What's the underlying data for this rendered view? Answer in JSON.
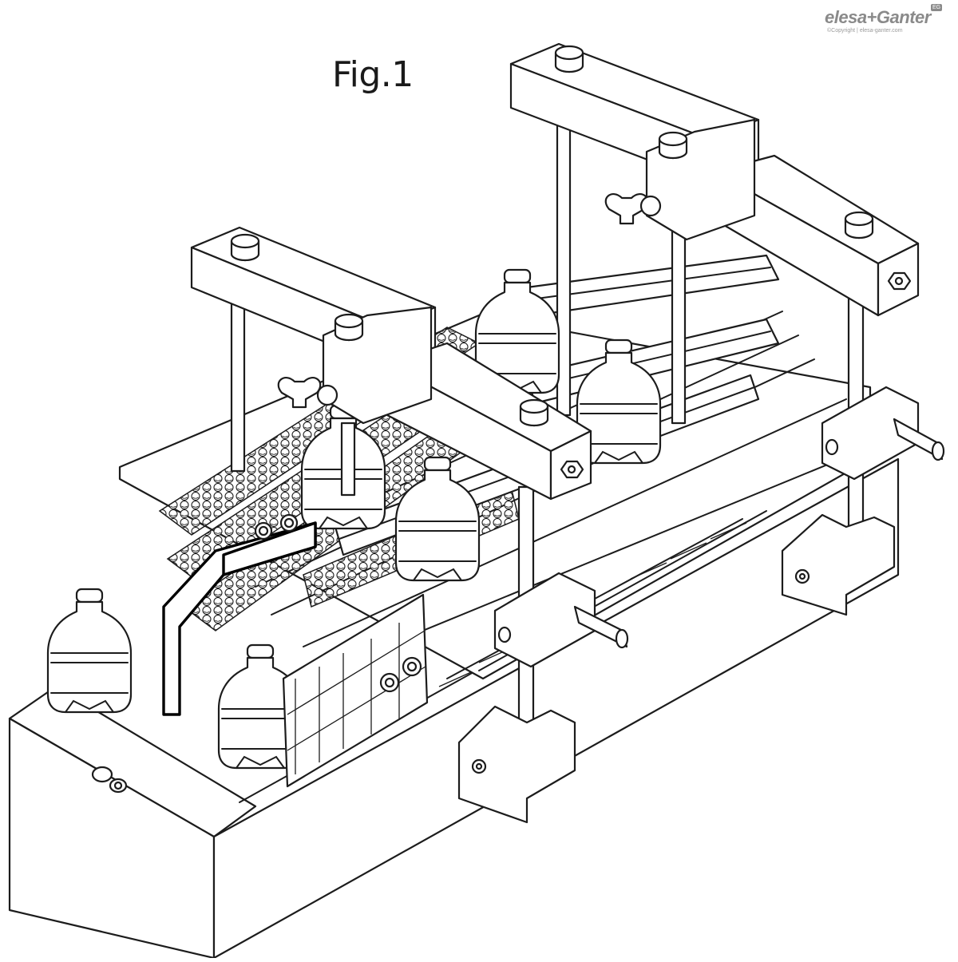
{
  "figure": {
    "title": "Fig.1"
  },
  "brand": {
    "name": "elesa+Ganter",
    "badge": "EG",
    "copyright": "©Copyright | elesa-ganter.com"
  }
}
